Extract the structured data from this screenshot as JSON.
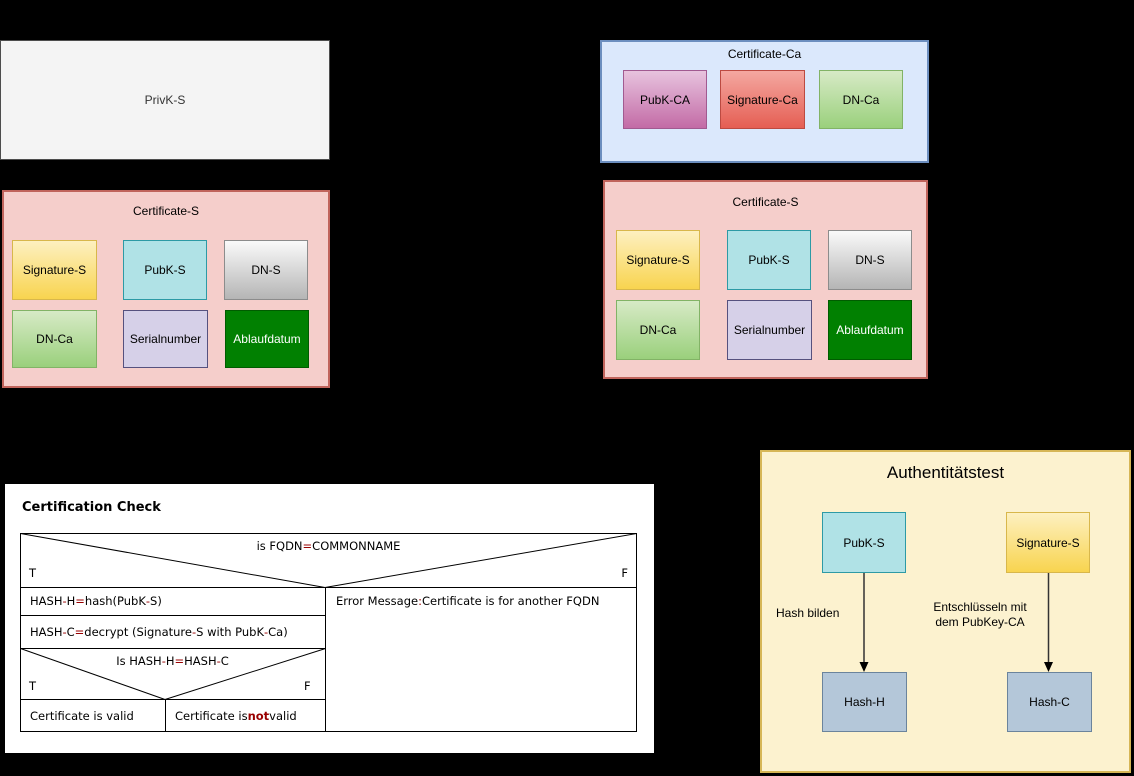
{
  "colors": {
    "background": "#000000",
    "container_blue_fill": "#dbe8fc",
    "container_pink_fill": "#f5cecb",
    "container_yellow_fill": "#fcf2cf",
    "operator_red": "#990000",
    "cyan_fill": "#b0e2e6",
    "lavender_fill": "#d6d0e8",
    "dark_green_fill": "#018001",
    "hash_box_fill": "#b4c7d9"
  },
  "privk_box": {
    "label": "PrivK-S"
  },
  "certificate_ca": {
    "title": "Certificate-Ca",
    "items": [
      {
        "label": "PubK-CA"
      },
      {
        "label": "Signature-Ca"
      },
      {
        "label": "DN-Ca"
      }
    ]
  },
  "certificate_s_left": {
    "title": "Certificate-S",
    "items": [
      {
        "label": "Signature-S"
      },
      {
        "label": "PubK-S"
      },
      {
        "label": "DN-S"
      },
      {
        "label": "DN-Ca"
      },
      {
        "label": "Serialnumber"
      },
      {
        "label": "Ablaufdatum"
      }
    ]
  },
  "certificate_s_right": {
    "title": "Certificate-S",
    "items": [
      {
        "label": "Signature-S"
      },
      {
        "label": "PubK-S"
      },
      {
        "label": "DN-S"
      },
      {
        "label": "DN-Ca"
      },
      {
        "label": "Serialnumber"
      },
      {
        "label": "Ablaufdatum"
      }
    ]
  },
  "certification_check": {
    "title": "Certification Check",
    "decision_fqdn": {
      "segments": [
        {
          "t": "is FQDN "
        },
        {
          "t": "=",
          "c": "op"
        },
        {
          "t": " COMMONNAME"
        }
      ],
      "true_label": "T",
      "false_label": "F"
    },
    "step_hash_h": {
      "segments": [
        {
          "t": "HASH"
        },
        {
          "t": "-",
          "c": "op"
        },
        {
          "t": "H "
        },
        {
          "t": "=",
          "c": "op"
        },
        {
          "t": " hash(PubK"
        },
        {
          "t": "-",
          "c": "op"
        },
        {
          "t": "S)"
        }
      ]
    },
    "step_hash_c": {
      "segments": [
        {
          "t": "HASH"
        },
        {
          "t": "-",
          "c": "op"
        },
        {
          "t": "C "
        },
        {
          "t": "=",
          "c": "op"
        },
        {
          "t": " decrypt (Signature"
        },
        {
          "t": "-",
          "c": "op"
        },
        {
          "t": "S with PubK"
        },
        {
          "t": "-",
          "c": "op"
        },
        {
          "t": "Ca)"
        }
      ]
    },
    "decision_hash": {
      "segments": [
        {
          "t": "Is HASH"
        },
        {
          "t": "-",
          "c": "op"
        },
        {
          "t": "H "
        },
        {
          "t": "=",
          "c": "op"
        },
        {
          "t": " HASH"
        },
        {
          "t": "-",
          "c": "op"
        },
        {
          "t": "C"
        }
      ],
      "true_label": "T",
      "false_label": "F"
    },
    "outcome_valid": {
      "segments": [
        {
          "t": "Certificate is valid"
        }
      ]
    },
    "outcome_invalid": {
      "segments": [
        {
          "t": "Certificate is "
        },
        {
          "t": "not",
          "c": "opb"
        },
        {
          "t": " valid"
        }
      ]
    },
    "error_message": {
      "segments": [
        {
          "t": "Error Message"
        },
        {
          "t": ":",
          "c": "op"
        },
        {
          "t": " Certificate is for another FQDN"
        }
      ]
    }
  },
  "auth_test": {
    "title": "Authentitätstest",
    "pubk_label": "PubK-S",
    "signature_label": "Signature-S",
    "hash_h_label": "Hash-H",
    "hash_c_label": "Hash-C",
    "arrow1_label": "Hash bilden",
    "arrow2_label_line1": "Entschlüsseln mit",
    "arrow2_label_line2": "dem PubKey-CA"
  }
}
